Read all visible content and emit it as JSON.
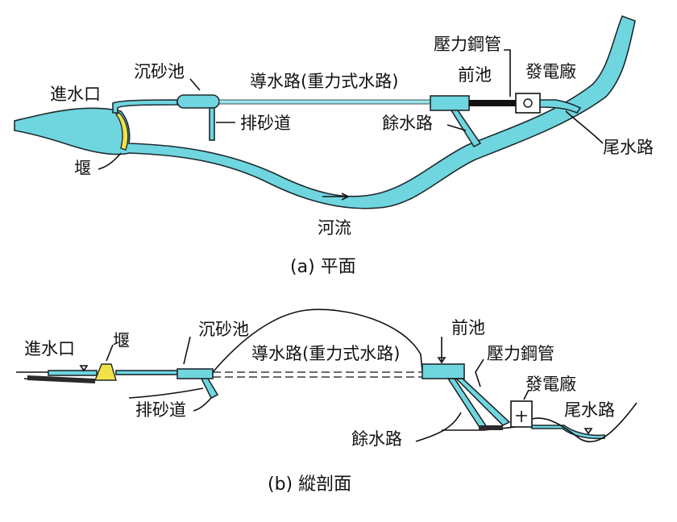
{
  "plan": {
    "intake": "進水口",
    "settling_basin": "沉砂池",
    "headrace": "導水路(重力式水路)",
    "forebay": "前池",
    "penstock": "壓力鋼管",
    "powerhouse": "發電廠",
    "sand_sluice": "排砂道",
    "spillway": "餘水路",
    "tailrace": "尾水路",
    "weir": "堰",
    "river": "河流",
    "caption": "(a) 平面"
  },
  "profile": {
    "intake": "進水口",
    "weir": "堰",
    "settling_basin": "沉砂池",
    "forebay": "前池",
    "headrace": "導水路(重力式水路)",
    "penstock": "壓力鋼管",
    "powerhouse": "發電廠",
    "sand_sluice": "排砂道",
    "tailrace": "尾水路",
    "spillway": "餘水路",
    "caption": "(b) 縱剖面"
  },
  "colors": {
    "water": "#6fd6e0",
    "weir": "#f2e24a",
    "outline": "#1e2a2e"
  }
}
